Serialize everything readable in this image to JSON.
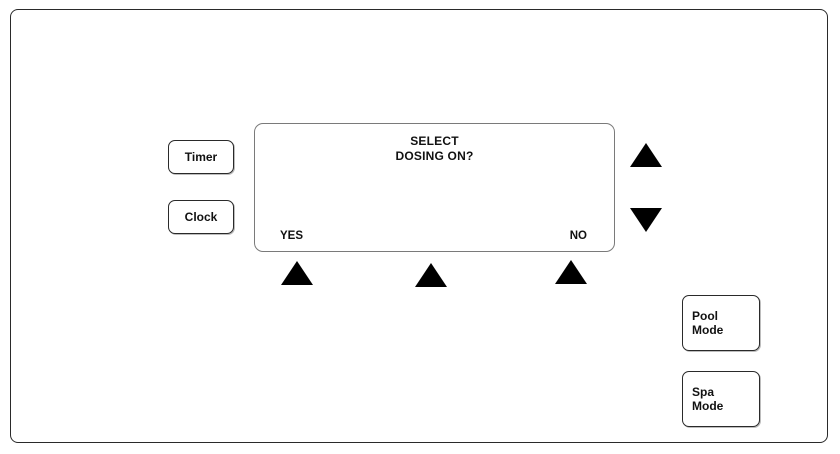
{
  "left_buttons": {
    "timer_label": "Timer",
    "clock_label": "Clock"
  },
  "display": {
    "line1": "SELECT",
    "line2": "DOSING ON?",
    "softkey_left": "YES",
    "softkey_right": "NO"
  },
  "mode_buttons": {
    "pool": [
      "Pool",
      "Mode"
    ],
    "spa": [
      "Spa",
      "Mode"
    ]
  },
  "icons": {
    "soft_left": "triangle-up-icon",
    "soft_center": "triangle-up-icon",
    "soft_right": "triangle-up-icon",
    "scroll_up": "triangle-up-icon",
    "scroll_down": "triangle-down-icon"
  }
}
